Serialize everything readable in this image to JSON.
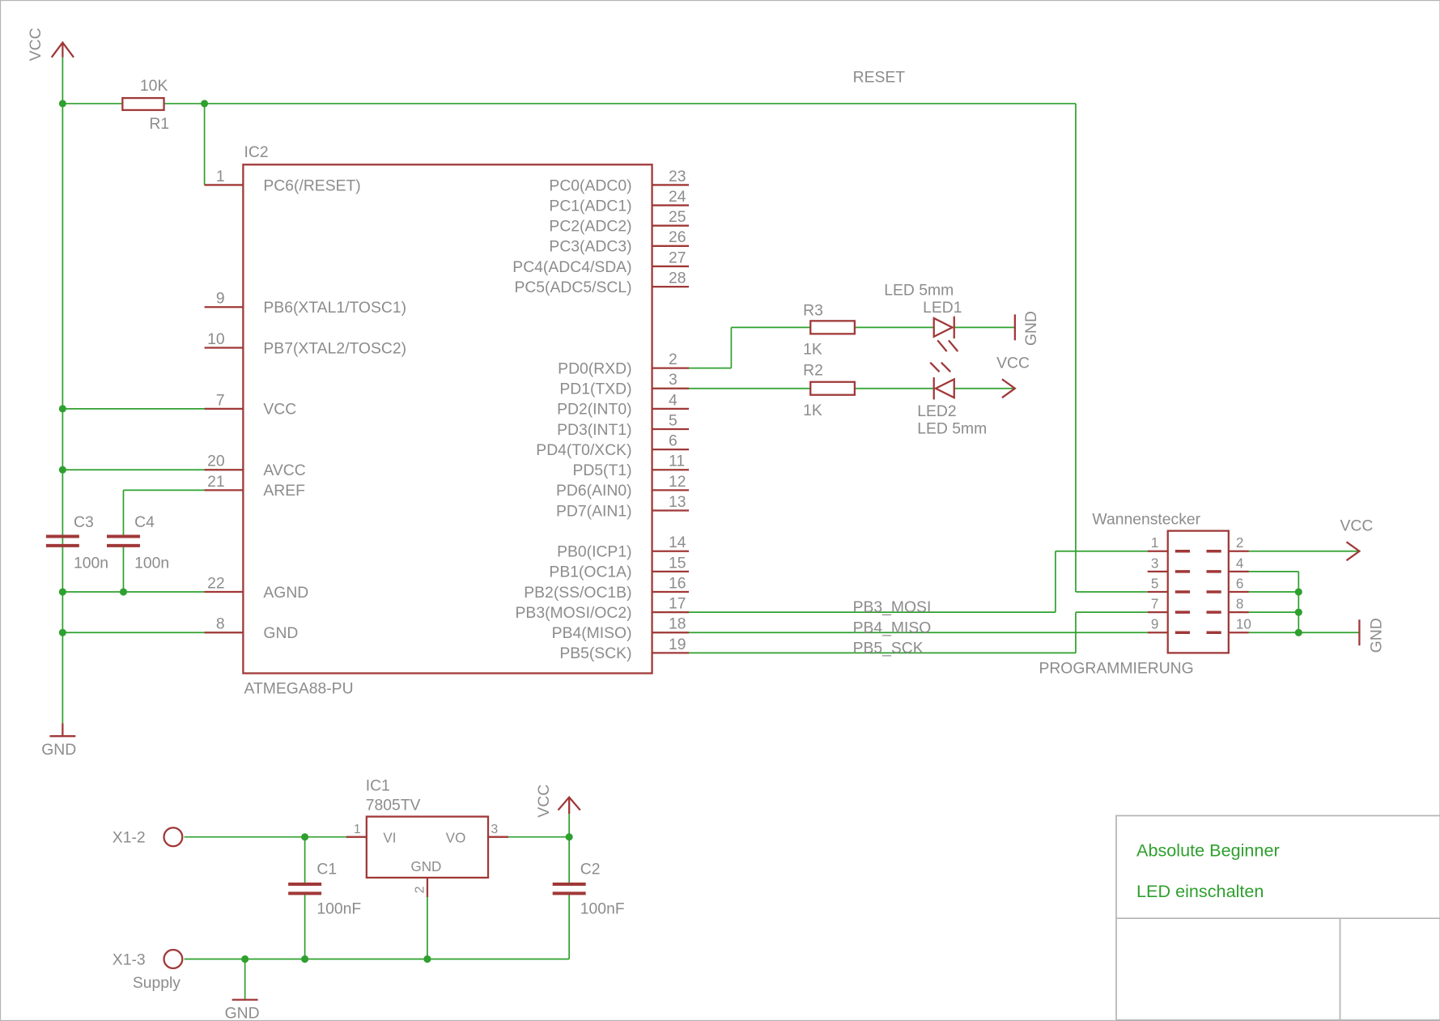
{
  "colors": {
    "wire": "#2ea02e",
    "part": "#a03838",
    "text": "#8c8c8c",
    "title_text": "#2ea02e",
    "frame": "#b4b4b4",
    "background": "#ffffff"
  },
  "supply": {
    "vcc_top": "VCC",
    "vcc_led": "VCC",
    "vcc_isp": "VCC",
    "vcc_reg": "VCC",
    "gnd_bottom": "GND",
    "gnd_led": "GND",
    "gnd_isp": "GND",
    "gnd_supply": "GND"
  },
  "r1": {
    "value": "10K",
    "name": "R1"
  },
  "reset_net": "RESET",
  "ic2": {
    "name": "IC2",
    "part": "ATMEGA88-PU",
    "left_pins": [
      {
        "num": "1",
        "label": "PC6(/RESET)"
      },
      {
        "num": "9",
        "label": "PB6(XTAL1/TOSC1)"
      },
      {
        "num": "10",
        "label": "PB7(XTAL2/TOSC2)"
      },
      {
        "num": "7",
        "label": "VCC"
      },
      {
        "num": "20",
        "label": "AVCC"
      },
      {
        "num": "21",
        "label": "AREF"
      },
      {
        "num": "22",
        "label": "AGND"
      },
      {
        "num": "8",
        "label": "GND"
      }
    ],
    "right_pins": [
      {
        "num": "23",
        "label": "PC0(ADC0)"
      },
      {
        "num": "24",
        "label": "PC1(ADC1)"
      },
      {
        "num": "25",
        "label": "PC2(ADC2)"
      },
      {
        "num": "26",
        "label": "PC3(ADC3)"
      },
      {
        "num": "27",
        "label": "PC4(ADC4/SDA)"
      },
      {
        "num": "28",
        "label": "PC5(ADC5/SCL)"
      },
      {
        "num": "2",
        "label": "PD0(RXD)"
      },
      {
        "num": "3",
        "label": "PD1(TXD)"
      },
      {
        "num": "4",
        "label": "PD2(INT0)"
      },
      {
        "num": "5",
        "label": "PD3(INT1)"
      },
      {
        "num": "6",
        "label": "PD4(T0/XCK)"
      },
      {
        "num": "11",
        "label": "PD5(T1)"
      },
      {
        "num": "12",
        "label": "PD6(AIN0)"
      },
      {
        "num": "13",
        "label": "PD7(AIN1)"
      },
      {
        "num": "14",
        "label": "PB0(ICP1)"
      },
      {
        "num": "15",
        "label": "PB1(OC1A)"
      },
      {
        "num": "16",
        "label": "PB2(SS/OC1B)"
      },
      {
        "num": "17",
        "label": "PB3(MOSI/OC2)"
      },
      {
        "num": "18",
        "label": "PB4(MISO)"
      },
      {
        "num": "19",
        "label": "PB5(SCK)"
      }
    ]
  },
  "c3": {
    "name": "C3",
    "value": "100n"
  },
  "c4": {
    "name": "C4",
    "value": "100n"
  },
  "r3": {
    "name": "R3",
    "value": "1K"
  },
  "r2": {
    "name": "R2",
    "value": "1K"
  },
  "led1": {
    "name": "LED1",
    "value": "LED 5mm"
  },
  "led2": {
    "name": "LED2",
    "value": "LED 5mm"
  },
  "isp": {
    "name": "Wannenstecker",
    "value": "PROGRAMMIERUNG",
    "pins": [
      "1",
      "2",
      "3",
      "4",
      "5",
      "6",
      "7",
      "8",
      "9",
      "10"
    ]
  },
  "nets": {
    "mosi": "PB3_MOSI",
    "miso": "PB4_MISO",
    "sck": "PB5_SCK"
  },
  "ic1": {
    "name": "IC1",
    "part": "7805TV",
    "vi": "VI",
    "vo": "VO",
    "gnd": "GND",
    "pin_in": "1",
    "pin_gnd": "2",
    "pin_out": "3"
  },
  "c1": {
    "name": "C1",
    "value": "100nF"
  },
  "c2": {
    "name": "C2",
    "value": "100nF"
  },
  "x1_2": {
    "name": "X1-2"
  },
  "x1_3": {
    "name": "X1-3",
    "value": "Supply"
  },
  "titleblock": {
    "line1": "Absolute Beginner",
    "line2": "LED einschalten"
  }
}
